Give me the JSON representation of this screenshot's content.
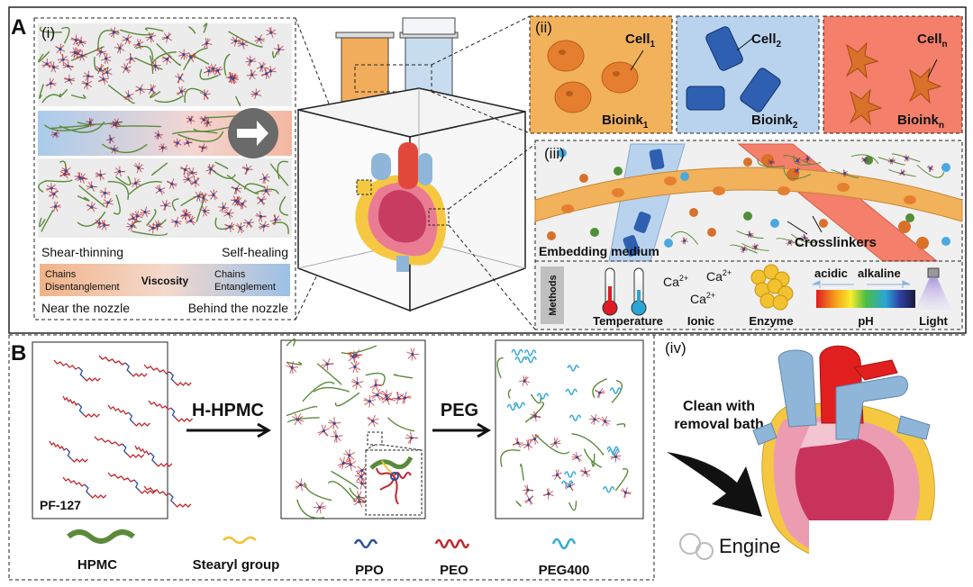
{
  "panelA": {
    "letter": "A",
    "sub_i": {
      "label": "(i)",
      "shear": "Shear-thinning",
      "self_heal": "Self-healing",
      "chains_dis_1": "Chains",
      "chains_dis_2": "Disentanglement",
      "viscosity": "Viscosity",
      "chains_ent_1": "Chains",
      "chains_ent_2": "Entanglement",
      "near": "Near the nozzle",
      "behind": "Behind the nozzle"
    },
    "sub_ii": {
      "label": "(ii)",
      "cell1": "Cell",
      "cell1_sub": "1",
      "bioink1": "Bioink",
      "bioink1_sub": "1",
      "cell2": "Cell",
      "cell2_sub": "2",
      "bioink2": "Bioink",
      "bioink2_sub": "2",
      "celln": "Cell",
      "celln_sub": "n",
      "biointn": "Bioink",
      "biointn_sub": "n"
    },
    "sub_iii": {
      "label": "(iii)",
      "embedding": "Embedding medium",
      "crosslinkers": "Crosslinkers",
      "methods": "Methods",
      "temperature": "Temperature",
      "ca1": "Ca",
      "ca2": "Ca",
      "ca3": "Ca",
      "ca_sup": "2+",
      "ionic": "Ionic",
      "enzyme": "Enzyme",
      "acidic": "acidic",
      "alkaline": "alkaline",
      "ph": "pH",
      "light": "Light"
    }
  },
  "panelB": {
    "letter": "B",
    "h_hpmc": "H-HPMC",
    "peg": "PEG",
    "pf127": "PF-127",
    "legend": [
      "HPMC",
      "Stearyl group",
      "PPO",
      "PEO",
      "PEG400"
    ]
  },
  "panel_iv": {
    "label": "(iv)",
    "clean1": "Clean with",
    "clean2": "removal bath"
  },
  "watermark": "Engine",
  "colors": {
    "hpmc": "#5b8a3a",
    "stearyl": "#f2c230",
    "ppo": "#2e4fa0",
    "peo": "#c0282e",
    "peg400": "#33a9d8",
    "bioink1": "#f2b15b",
    "bioink2": "#b9d3ee",
    "biointn": "#f47f6a"
  }
}
